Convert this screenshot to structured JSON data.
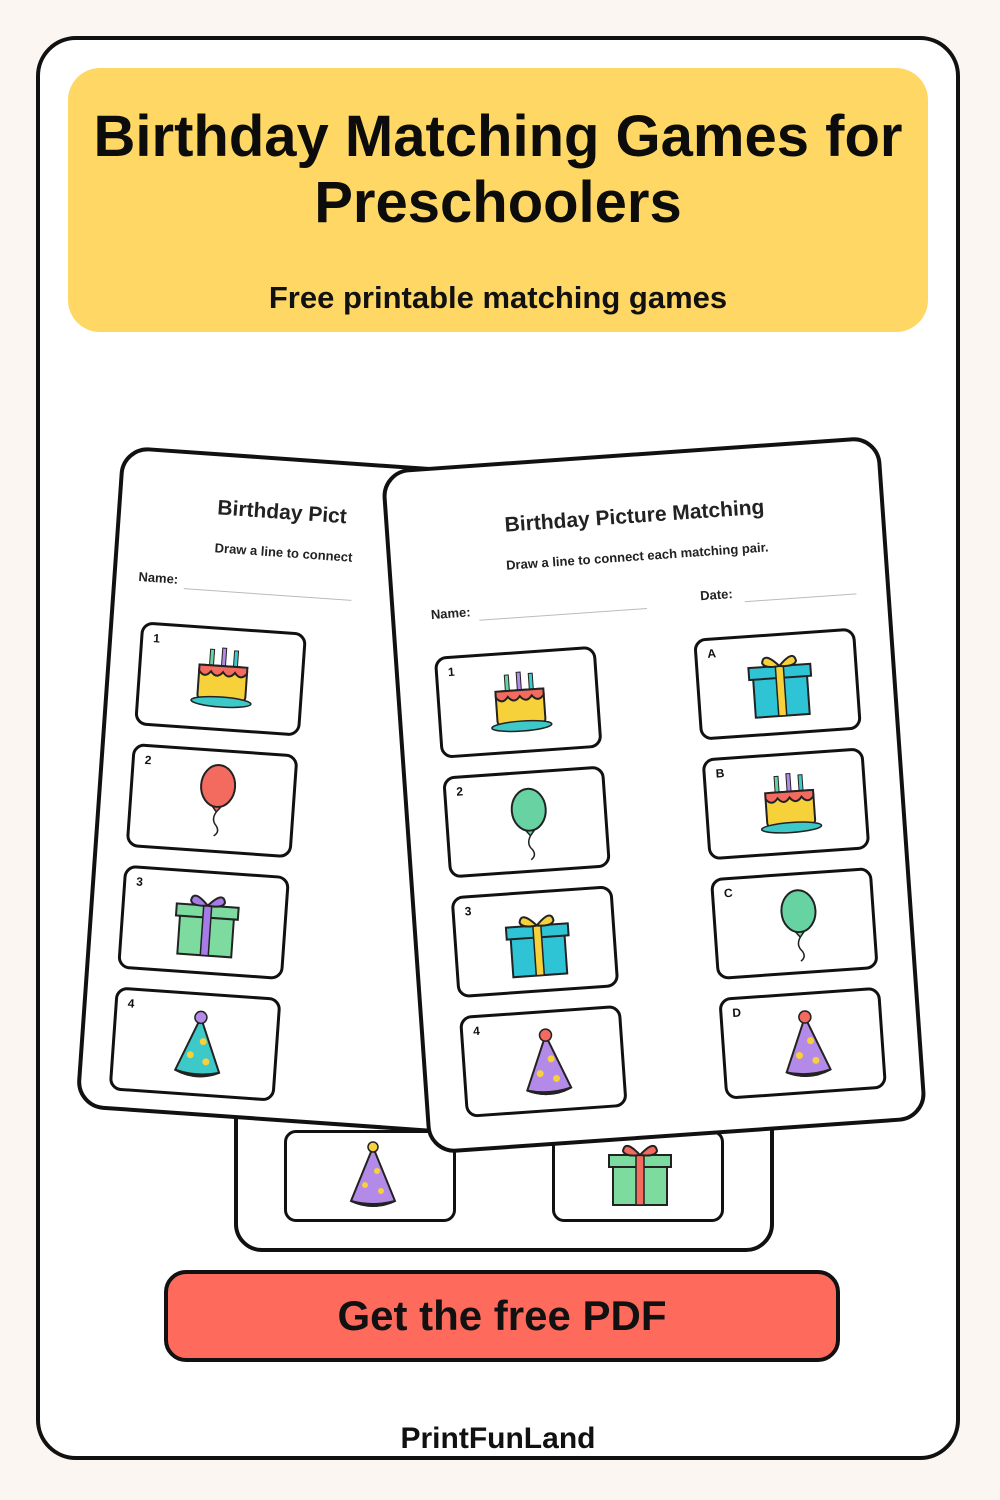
{
  "header": {
    "title": "Birthday Matching Games for Preschoolers",
    "subtitle": "Free printable matching games"
  },
  "worksheet": {
    "title": "Birthday Picture Matching",
    "instructions": "Draw a line to connect each matching pair.",
    "name_label": "Name:",
    "date_label": "Date:",
    "left_labels": [
      "1",
      "2",
      "3",
      "4"
    ],
    "right_labels": [
      "A",
      "B",
      "C",
      "D"
    ],
    "back_left_icons": [
      "cake-icon",
      "balloon-icon",
      "gift-icon",
      "party-hat-icon"
    ],
    "front_left_icons": [
      "cake-icon",
      "balloon-icon",
      "gift-icon",
      "party-hat-icon"
    ],
    "front_right_icons": [
      "gift-icon",
      "cake-icon",
      "balloon-icon",
      "party-hat-icon"
    ]
  },
  "partial_back_title": "Birthday Pict",
  "partial_back_instructions": "Draw a line to connect",
  "cta": {
    "label": "Get the free PDF"
  },
  "brand": {
    "name": "PrintFunLand"
  },
  "colors": {
    "banner": "#fed765",
    "cta": "#fe6a5b",
    "balloon_red": "#f26b5e",
    "balloon_green": "#67d3a3",
    "gift_teal": "#2ec4d6",
    "gift_green": "#7ddba0",
    "bow_yellow": "#f7d13a",
    "bow_purple": "#a57be8",
    "hat_purple": "#b48ae8",
    "hat_teal": "#3ec9c9"
  }
}
